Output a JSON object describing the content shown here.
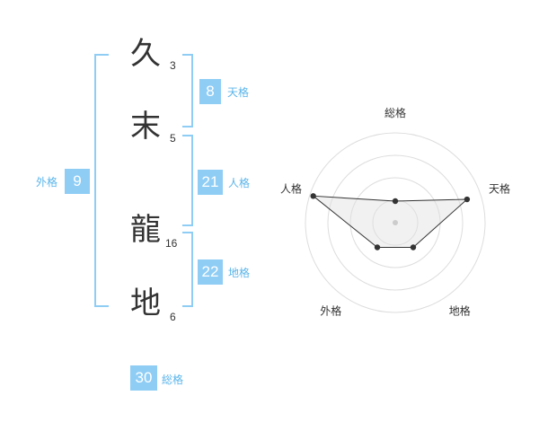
{
  "name_chars": [
    {
      "char": "久",
      "strokes": "3"
    },
    {
      "char": "末",
      "strokes": "5"
    },
    {
      "char": "龍",
      "strokes": "16"
    },
    {
      "char": "地",
      "strokes": "6"
    }
  ],
  "fortunes": {
    "tenkaku": {
      "value": "8",
      "label": "天格"
    },
    "jinkaku": {
      "value": "21",
      "label": "人格"
    },
    "chikaku": {
      "value": "22",
      "label": "地格"
    },
    "gaikaku": {
      "value": "9",
      "label": "外格"
    },
    "soukaku": {
      "value": "30",
      "label": "総格"
    }
  },
  "colors": {
    "accent": "#8fcdf5",
    "label_text": "#5bb5ea",
    "radar_fill": "#eeeeee"
  },
  "chart_data": {
    "type": "radar",
    "axes": [
      "総格",
      "天格",
      "地格",
      "外格",
      "人格"
    ],
    "values": [
      1.2,
      4.2,
      1.7,
      1.7,
      4.8
    ],
    "max": 5,
    "rings": 4
  }
}
